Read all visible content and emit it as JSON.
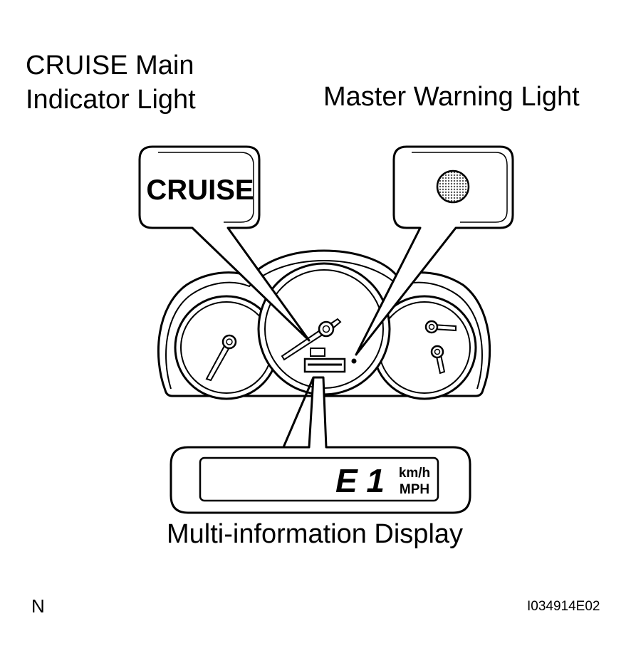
{
  "labels": {
    "cruise_main_line1": "CRUISE Main",
    "cruise_main_line2": "Indicator Light",
    "master_warning": "Master Warning Light",
    "multi_info_display": "Multi-information Display",
    "orientation": "N",
    "figure_code": "I034914E02"
  },
  "callouts": {
    "cruise_indicator_text": "CRUISE",
    "display_reading": "E 1",
    "unit_top": "km/h",
    "unit_bottom": "MPH"
  },
  "colors": {
    "line": "#000000",
    "background": "#ffffff",
    "warning_lamp_fill": "#9a9a9a"
  },
  "icons": [
    "warning-lamp-icon",
    "needle-icon"
  ]
}
